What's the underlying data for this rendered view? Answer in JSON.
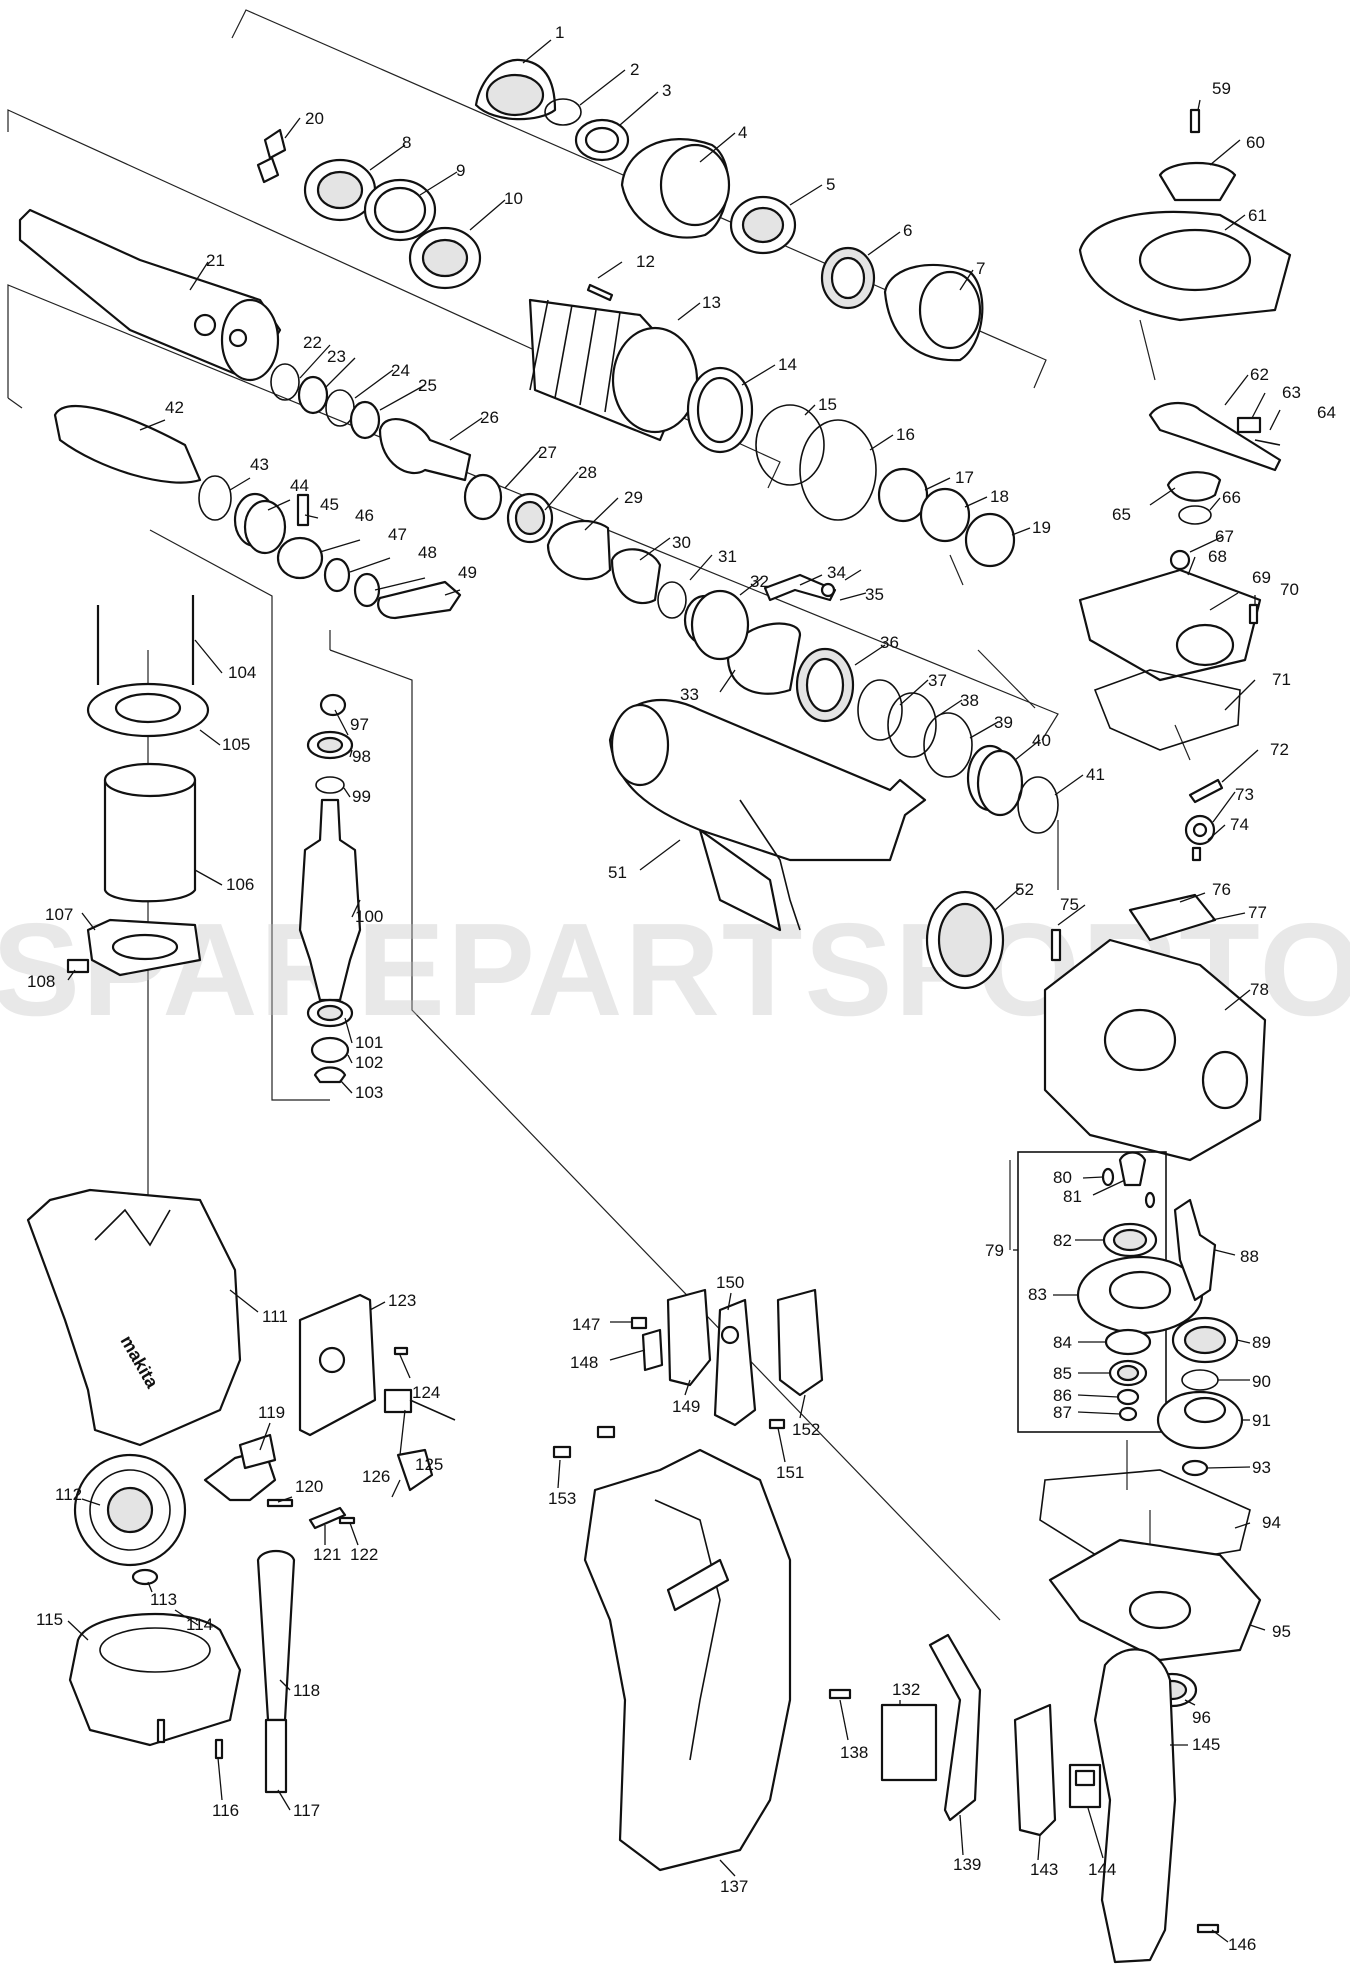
{
  "watermark": "SPAREPARTSFORTOOLS.COM.AU",
  "brand_mark": "makita",
  "colors": {
    "ink": "#111111",
    "watermark": "#bfbfbf",
    "background": "#ffffff"
  },
  "parts": [
    {
      "no": "1"
    },
    {
      "no": "2"
    },
    {
      "no": "3"
    },
    {
      "no": "4"
    },
    {
      "no": "5"
    },
    {
      "no": "6"
    },
    {
      "no": "7"
    },
    {
      "no": "8"
    },
    {
      "no": "9"
    },
    {
      "no": "10"
    },
    {
      "no": "12"
    },
    {
      "no": "13"
    },
    {
      "no": "14"
    },
    {
      "no": "15"
    },
    {
      "no": "16"
    },
    {
      "no": "17"
    },
    {
      "no": "18"
    },
    {
      "no": "19"
    },
    {
      "no": "20"
    },
    {
      "no": "21"
    },
    {
      "no": "22"
    },
    {
      "no": "23"
    },
    {
      "no": "24"
    },
    {
      "no": "25"
    },
    {
      "no": "26"
    },
    {
      "no": "27"
    },
    {
      "no": "28"
    },
    {
      "no": "29"
    },
    {
      "no": "30"
    },
    {
      "no": "31"
    },
    {
      "no": "32"
    },
    {
      "no": "33"
    },
    {
      "no": "34"
    },
    {
      "no": "35"
    },
    {
      "no": "36"
    },
    {
      "no": "37"
    },
    {
      "no": "38"
    },
    {
      "no": "39"
    },
    {
      "no": "40"
    },
    {
      "no": "41"
    },
    {
      "no": "42"
    },
    {
      "no": "43"
    },
    {
      "no": "44"
    },
    {
      "no": "45"
    },
    {
      "no": "46"
    },
    {
      "no": "47"
    },
    {
      "no": "48"
    },
    {
      "no": "49"
    },
    {
      "no": "51"
    },
    {
      "no": "52"
    },
    {
      "no": "59"
    },
    {
      "no": "60"
    },
    {
      "no": "61"
    },
    {
      "no": "62"
    },
    {
      "no": "63"
    },
    {
      "no": "64"
    },
    {
      "no": "65"
    },
    {
      "no": "66"
    },
    {
      "no": "67"
    },
    {
      "no": "68"
    },
    {
      "no": "69"
    },
    {
      "no": "70"
    },
    {
      "no": "71"
    },
    {
      "no": "72"
    },
    {
      "no": "73"
    },
    {
      "no": "74"
    },
    {
      "no": "75"
    },
    {
      "no": "76"
    },
    {
      "no": "77"
    },
    {
      "no": "78"
    },
    {
      "no": "79"
    },
    {
      "no": "80"
    },
    {
      "no": "81"
    },
    {
      "no": "82"
    },
    {
      "no": "83"
    },
    {
      "no": "84"
    },
    {
      "no": "85"
    },
    {
      "no": "86"
    },
    {
      "no": "87"
    },
    {
      "no": "88"
    },
    {
      "no": "89"
    },
    {
      "no": "90"
    },
    {
      "no": "91"
    },
    {
      "no": "93"
    },
    {
      "no": "94"
    },
    {
      "no": "95"
    },
    {
      "no": "96"
    },
    {
      "no": "97"
    },
    {
      "no": "98"
    },
    {
      "no": "99"
    },
    {
      "no": "100"
    },
    {
      "no": "101"
    },
    {
      "no": "102"
    },
    {
      "no": "103"
    },
    {
      "no": "104"
    },
    {
      "no": "105"
    },
    {
      "no": "106"
    },
    {
      "no": "107"
    },
    {
      "no": "108"
    },
    {
      "no": "111"
    },
    {
      "no": "112"
    },
    {
      "no": "113"
    },
    {
      "no": "114"
    },
    {
      "no": "115"
    },
    {
      "no": "116"
    },
    {
      "no": "117"
    },
    {
      "no": "118"
    },
    {
      "no": "119"
    },
    {
      "no": "120"
    },
    {
      "no": "121"
    },
    {
      "no": "122"
    },
    {
      "no": "123"
    },
    {
      "no": "124"
    },
    {
      "no": "125"
    },
    {
      "no": "126"
    },
    {
      "no": "132"
    },
    {
      "no": "137"
    },
    {
      "no": "138"
    },
    {
      "no": "139"
    },
    {
      "no": "143"
    },
    {
      "no": "144"
    },
    {
      "no": "145"
    },
    {
      "no": "146"
    },
    {
      "no": "147"
    },
    {
      "no": "148"
    },
    {
      "no": "149"
    },
    {
      "no": "150"
    },
    {
      "no": "151"
    },
    {
      "no": "152"
    },
    {
      "no": "153"
    }
  ]
}
